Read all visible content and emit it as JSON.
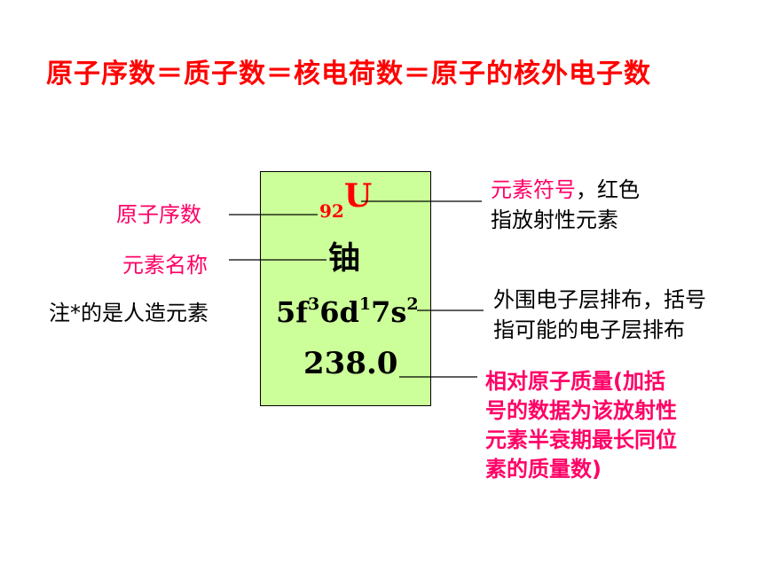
{
  "title": "原子序数＝质子数＝核电荷数＝原子的核外电子数",
  "element": {
    "atomic_number": "92",
    "symbol": "U",
    "name": "铀",
    "config": [
      {
        "text": "5f",
        "sup": "3"
      },
      {
        "text": "6d",
        "sup": "1"
      },
      {
        "text": "7s",
        "sup": "2"
      }
    ],
    "mass": "238.0"
  },
  "labels": {
    "atomic_number": "原子序数",
    "element_name": "元素名称",
    "note": "注*的是人造元素",
    "symbol_line1": "元素符号",
    "symbol_line1_black": "，红色",
    "symbol_line2": "指放射性元素",
    "config_line1": "外围电子层排布，括号",
    "config_line2": "指可能的电子层排布",
    "mass_lines": [
      "相对原子质量(加括",
      "号的数据为该放射性",
      "元素半衰期最长同位",
      "素的质量数)"
    ]
  },
  "colors": {
    "title": "#ff0000",
    "label_accent": "#ff0066",
    "card_background": "#ccff99"
  }
}
